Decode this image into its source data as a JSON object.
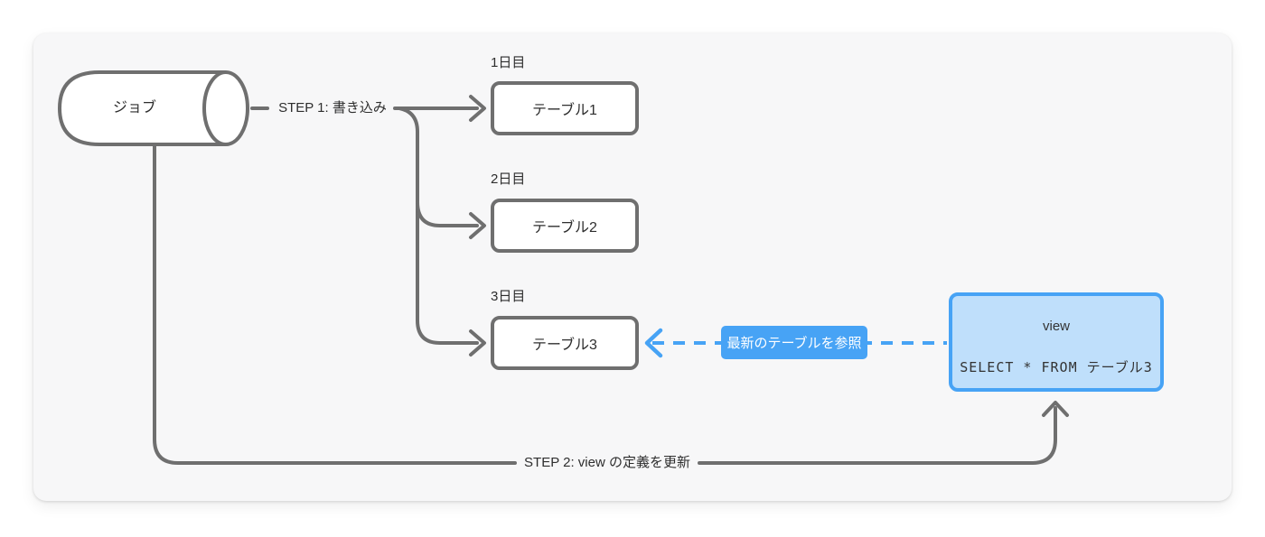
{
  "diagram": {
    "job": {
      "label": "ジョブ"
    },
    "step1": {
      "label": "STEP 1: 書き込み"
    },
    "step2": {
      "label": "STEP 2: view の定義を更新"
    },
    "tables": [
      {
        "day": "1日目",
        "name": "テーブル1"
      },
      {
        "day": "2日目",
        "name": "テーブル2"
      },
      {
        "day": "3日目",
        "name": "テーブル3"
      }
    ],
    "reference": {
      "label": "最新のテーブルを参照"
    },
    "view": {
      "title": "view",
      "sql": "SELECT * FROM テーブル3"
    },
    "colors": {
      "accent_blue": "#47a3f5",
      "light_blue_fill": "#bfdffb",
      "line_gray": "#6f6f6f",
      "text_dark": "#2e2e2e",
      "panel_bg": "#f7f7f8",
      "node_fill": "#ffffff"
    }
  }
}
